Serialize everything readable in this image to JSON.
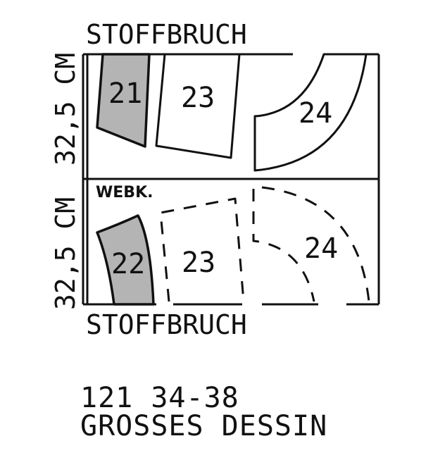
{
  "fold_top": "STOFFBRUCH",
  "fold_bottom": "STOFFBRUCH",
  "selvage": "WEBK.",
  "side_upper": "32,5 CM",
  "side_lower": "32,5 CM",
  "pieces": {
    "p21": "21",
    "p22": "22",
    "p23_top": "23",
    "p23_bottom": "23",
    "p24_top": "24",
    "p24_bottom": "24"
  },
  "footer": {
    "line1": "121 34-38",
    "line2": "GROSSES DESSIN"
  },
  "colors": {
    "line": "#111111",
    "shaded_piece": "#b4b4b4"
  }
}
